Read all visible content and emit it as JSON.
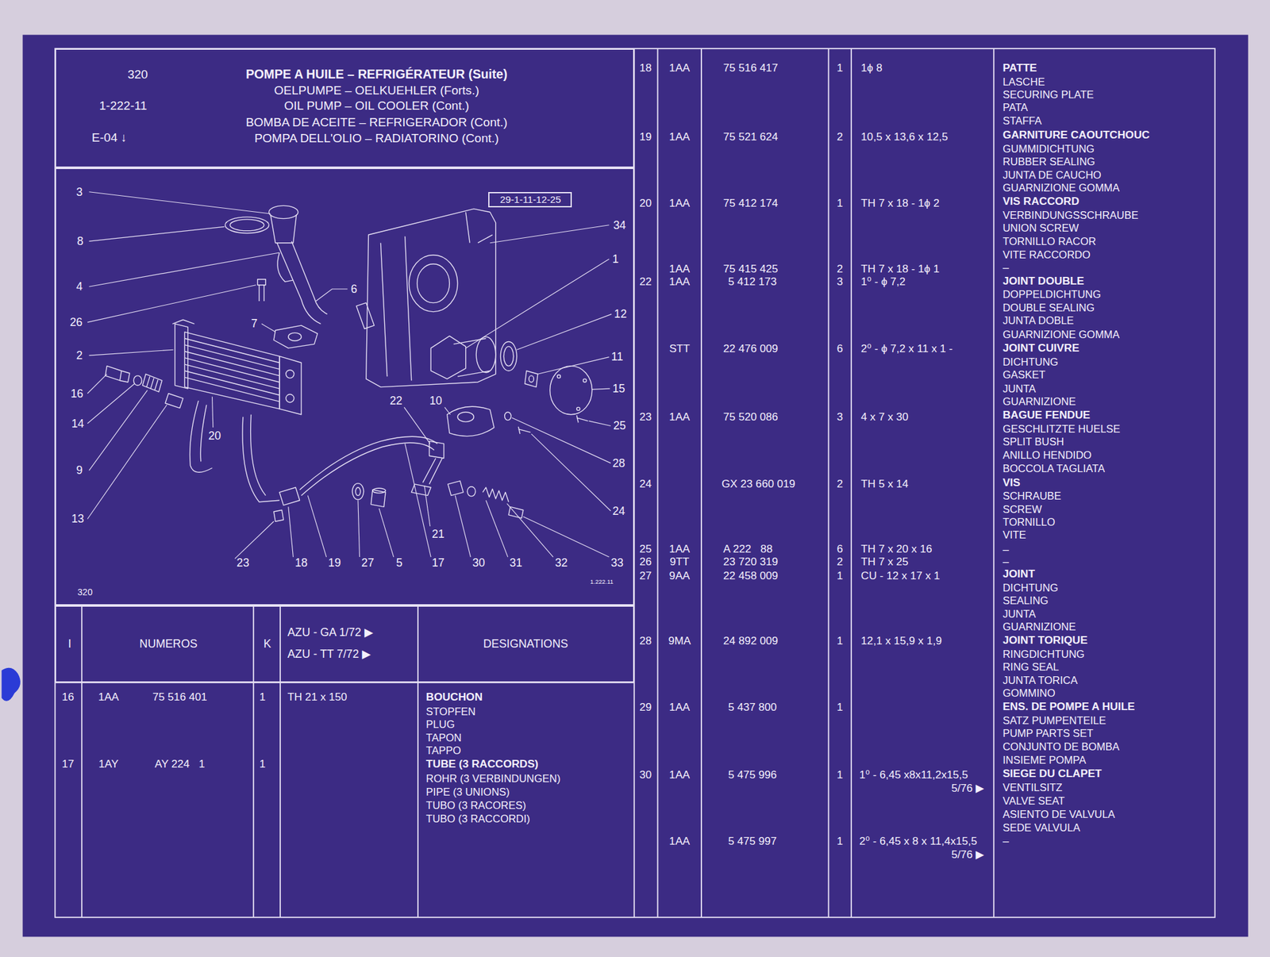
{
  "diagram": {
    "nodes": [
      {
        "text": [
          "320",
          "1-222-11",
          "E-04 ↓",
          "POMPE A HUILE – REFRIGÉRATEUR (Suite)",
          "OELPUMPE – OELKUEHLER (Forts.)",
          "OIL PUMP – OIL COOLER (Cont.)",
          "BOMBA DE ACEITE – REFRIGERADOR (Cont.)",
          "POMPA DELL'OLIO – RADIATORINO (Cont.)"
        ]
      },
      {
        "text": [
          "320",
          "1.222.11"
        ]
      },
      {
        "text": [
          "29-1-11-12-25"
        ],
        "in": 1
      },
      {
        "text": [
          "I",
          "NUMEROS",
          "K",
          "AZU - GA 1/72 ▶",
          "AZU - TT 7/72 ▶",
          "DESIGNATIONS"
        ]
      }
    ],
    "labels": [
      "3",
      "8",
      "4",
      "26",
      "2",
      "16",
      "14",
      "9",
      "13",
      "6",
      "7",
      "20",
      "22",
      "10",
      "34",
      "1",
      "12",
      "11",
      "15",
      "25",
      "28",
      "24",
      "21",
      "23",
      "18",
      "19",
      "27",
      "5",
      "17",
      "30",
      "31",
      "32",
      "33",
      "16",
      "1AA",
      "75 516 401",
      "1",
      "TH 21 x 150",
      "BOUCHON",
      "STOPFEN",
      "PLUG",
      "TAPON",
      "TAPPO",
      "17",
      "1AY",
      "AY 224   1",
      "1",
      "TUBE (3 RACCORDS)",
      "ROHR (3 VERBINDUNGEN)",
      "PIPE (3 UNIONS)",
      "TUBO (3 RACORES)",
      "TUBO (3 RACCORDI)",
      "18",
      "1AA",
      "75 516 417",
      "1",
      "1ϕ 8",
      "PATTE",
      "LASCHE",
      "SECURING PLATE",
      "PATA",
      "STAFFA",
      "19",
      "1AA",
      "75 521 624",
      "2",
      "10,5 x 13,6 x 12,5",
      "GARNITURE CAOUTCHOUC",
      "GUMMIDICHTUNG",
      "RUBBER SEALING",
      "JUNTA DE CAUCHO",
      "GUARNIZIONE GOMMA",
      "20",
      "1AA",
      "75 412 174",
      "1",
      "TH 7 x 18 - 1ϕ 2",
      "VIS RACCORD",
      "VERBINDUNGSSCHRAUBE",
      "UNION SCREW",
      "TORNILLO RACOR",
      "VITE RACCORDO",
      "1AA",
      "75 415 425",
      "2",
      "TH 7 x 18 - 1ϕ 1",
      "–",
      "22",
      "1AA",
      "5 412 173",
      "3",
      "1⁰ - ϕ 7,2",
      "JOINT DOUBLE",
      "DOPPELDICHTUNG",
      "DOUBLE SEALING",
      "JUNTA DOBLE",
      "GUARNIZIONE GOMMA",
      "STT",
      "22 476 009",
      "6",
      "2⁰ - ϕ 7,2 x 11 x 1 -",
      "JOINT CUIVRE",
      "DICHTUNG",
      "GASKET",
      "JUNTA",
      "GUARNIZIONE",
      "23",
      "1AA",
      "75 520 086",
      "3",
      "4 x 7 x 30",
      "BAGUE FENDUE",
      "GESCHLITZTE HUELSE",
      "SPLIT BUSH",
      "ANILLO HENDIDO",
      "BOCCOLA TAGLIATA",
      "24",
      "GX 23 660 019",
      "2",
      "TH 5 x 14",
      "VIS",
      "SCHRAUBE",
      "SCREW",
      "TORNILLO",
      "VITE",
      "25",
      "1AA",
      "A 222   88",
      "6",
      "TH 7 x 20 x 16",
      "–",
      "26",
      "9TT",
      "23 720 319",
      "2",
      "TH 7 x 25",
      "–",
      "27",
      "9AA",
      "22 458 009",
      "1",
      "CU - 12 x 17 x 1",
      "JOINT",
      "DICHTUNG",
      "SEALING",
      "JUNTA",
      "GUARNIZIONE",
      "28",
      "9MA",
      "24 892 009",
      "1",
      "12,1 x 15,9 x 1,9",
      "JOINT TORIQUE",
      "RINGDICHTUNG",
      "RING SEAL",
      "JUNTA TORICA",
      "GOMMINO",
      "29",
      "1AA",
      "5 437 800",
      "1",
      "ENS. DE POMPE A HUILE",
      "SATZ PUMPENTEILE",
      "PUMP PARTS SET",
      "CONJUNTO DE BOMBA",
      "INSIEME POMPA",
      "30",
      "1AA",
      "5 475 996",
      "1",
      "1⁰ - 6,45 x8x11,2x15,5",
      "5/76 ▶",
      "SIEGE DU CLAPET",
      "VENTILSITZ",
      "VALVE SEAT",
      "ASIENTO DE VALVULA",
      "SEDE VALVULA",
      "1AA",
      "5 475 997",
      "1",
      "2⁰ - 6,45 x 8 x 11,4x15,5",
      "5/76 ▶",
      "–"
    ]
  }
}
